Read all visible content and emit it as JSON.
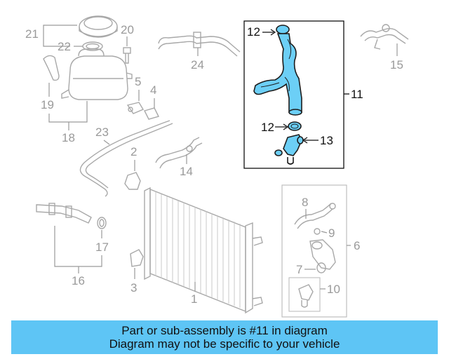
{
  "diagram": {
    "callouts": {
      "c1": "1",
      "c2": "2",
      "c3": "3",
      "c4": "4",
      "c5": "5",
      "c6": "6",
      "c7": "7",
      "c8": "8",
      "c9": "9",
      "c10": "10",
      "c11": "11",
      "c12a": "12",
      "c12b": "12",
      "c13": "13",
      "c14": "14",
      "c15": "15",
      "c16": "16",
      "c17": "17",
      "c18": "18",
      "c19": "19",
      "c20": "20",
      "c21": "21",
      "c22": "22",
      "c23": "23",
      "c24": "24"
    },
    "highlight_part": "11",
    "colors": {
      "highlight_fill": "#6ccff6",
      "outline": "#1c1c1c",
      "faded": "#a8a8a8",
      "banner": "#5ec5f5"
    }
  },
  "banner": {
    "line1": "Part or sub-assembly is #11 in diagram",
    "line2": "Diagram may not be specific to your vehicle"
  }
}
